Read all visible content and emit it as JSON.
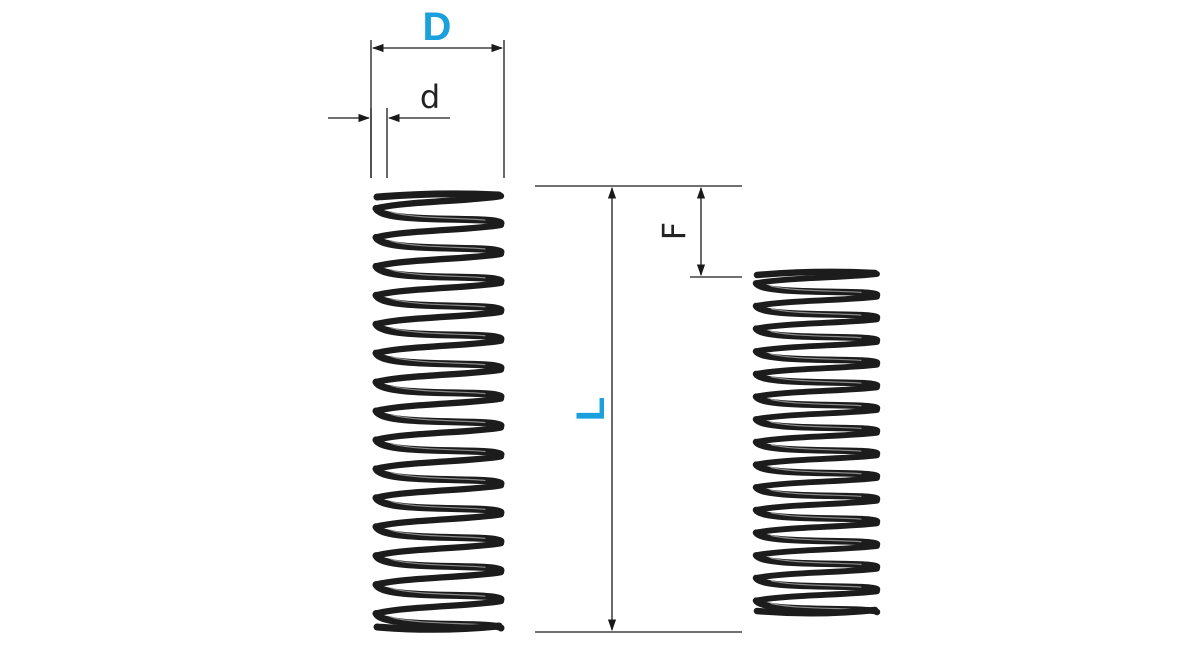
{
  "labels": {
    "outer_diameter": "D",
    "wire_diameter": "d",
    "free_length": "L",
    "deflection": "F"
  },
  "colors": {
    "key_label": "#1aa0dc",
    "line": "#1a1a1a",
    "spring": "#1c1c1c"
  },
  "springs": {
    "free": {
      "coils": 15
    },
    "compressed": {
      "coils": 15
    }
  }
}
